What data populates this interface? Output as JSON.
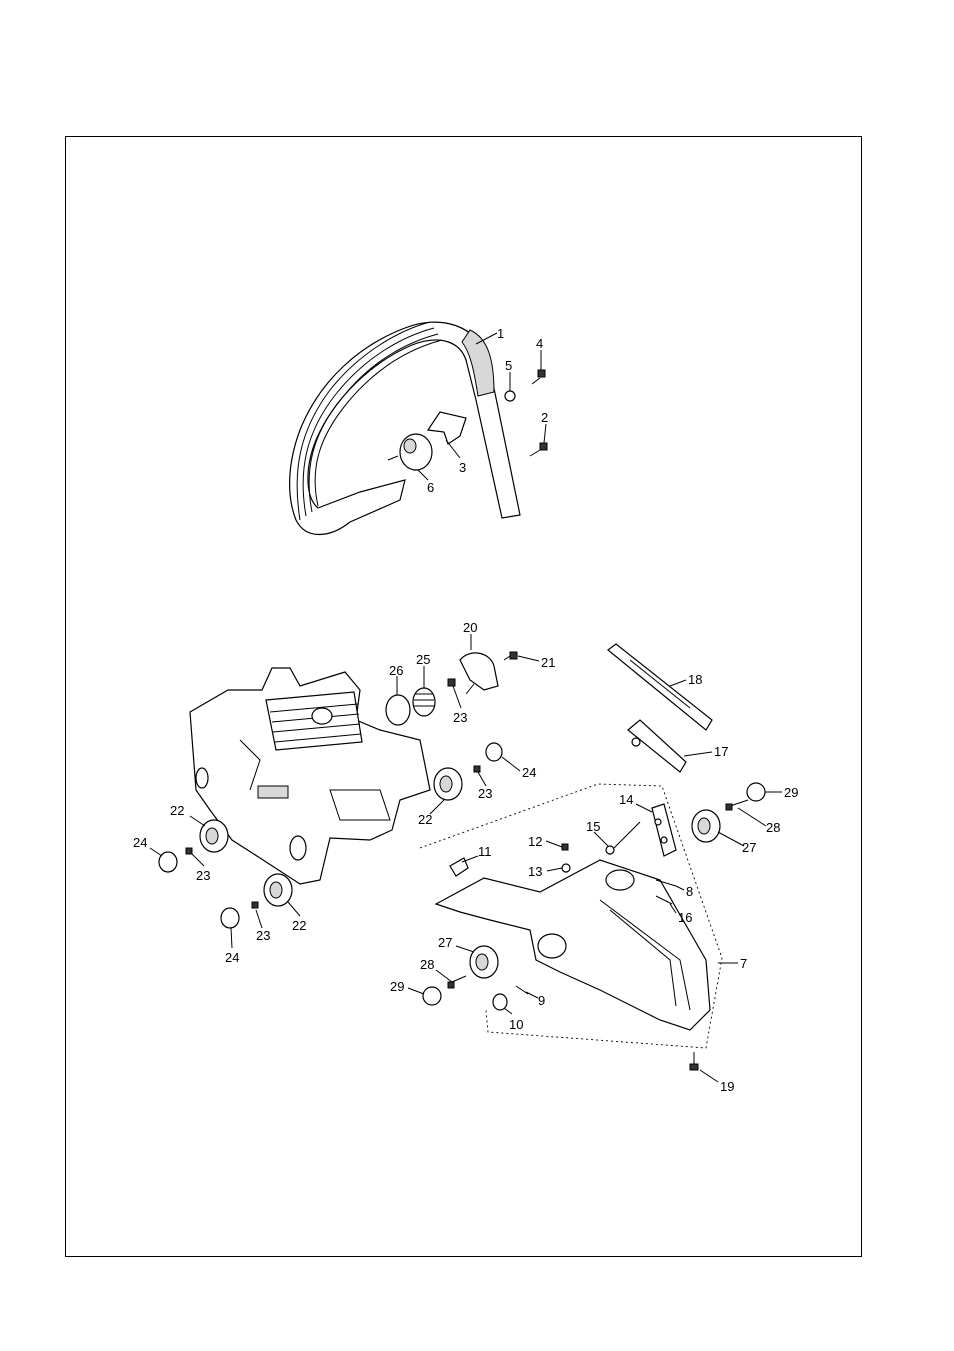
{
  "labels": [
    "1",
    "4",
    "5",
    "2",
    "3",
    "6",
    "20",
    "26",
    "25",
    "21",
    "23",
    "18",
    "17",
    "24",
    "23",
    "22",
    "29",
    "14",
    "28",
    "15",
    "12",
    "11",
    "27",
    "13",
    "22",
    "24",
    "23",
    "8",
    "16",
    "7",
    "22",
    "23",
    "24",
    "27",
    "28",
    "9",
    "29",
    "10",
    "19"
  ]
}
